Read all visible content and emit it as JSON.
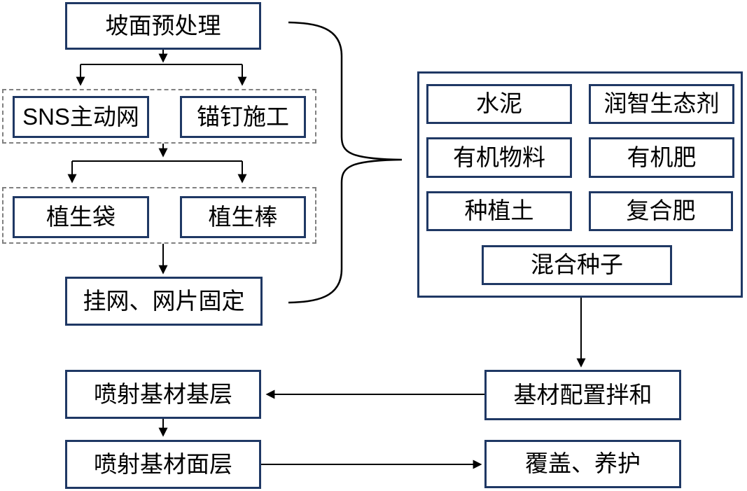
{
  "diagram": {
    "title": "slope-greening-construction-flowchart",
    "colors": {
      "background": "#ffffff",
      "solid_border": "#1f3864",
      "dashed_border": "#808080",
      "connector": "#000000",
      "text": "#000000"
    },
    "nodes": {
      "slope_pretreatment": "坡面预处理",
      "sns_active_net": "SNS主动网",
      "anchor_bolt_construction": "锚钉施工",
      "vegetation_bag": "植生袋",
      "vegetation_rod": "植生棒",
      "net_hanging_fixing": "挂网、网片固定",
      "cement": "水泥",
      "runzhi_eco_agent": "润智生态剂",
      "organic_material": "有机物料",
      "organic_fertilizer": "有机肥",
      "planting_soil": "种植土",
      "compound_fertilizer": "复合肥",
      "mixed_seeds": "混合种子",
      "substrate_preparation_mixing": "基材配置拌和",
      "spray_substrate_base_layer": "喷射基材基层",
      "spray_substrate_surface_layer": "喷射基材面层",
      "cover_and_maintenance": "覆盖、养护"
    }
  }
}
